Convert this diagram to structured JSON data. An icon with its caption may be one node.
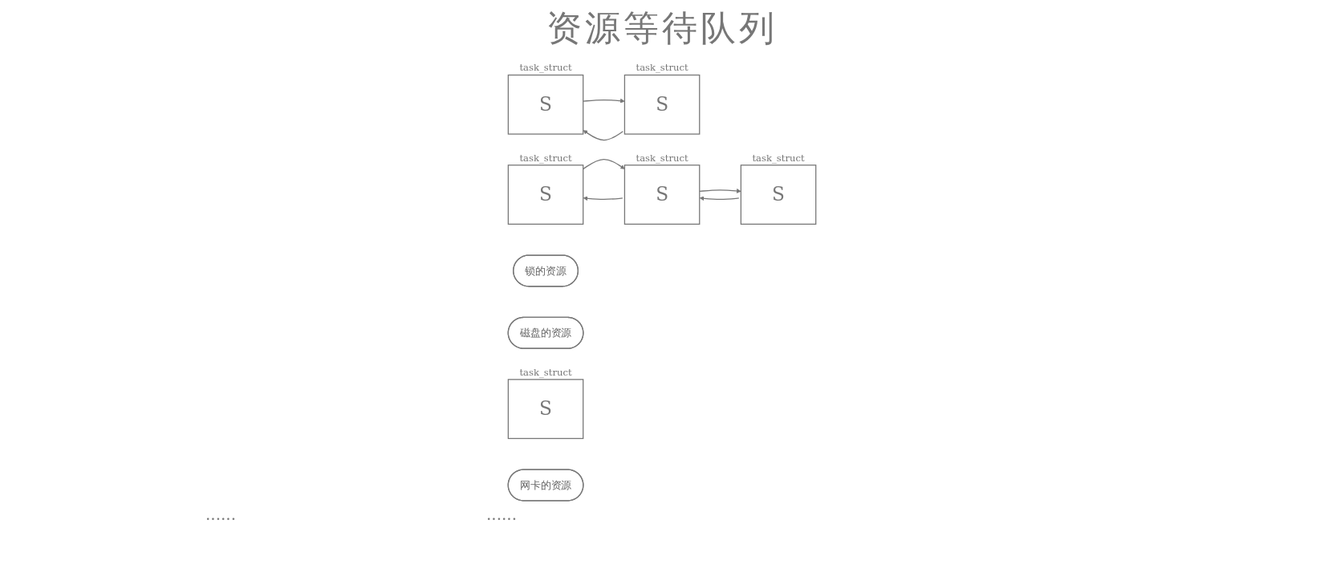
{
  "diagram": {
    "title": "资源等待队列",
    "nodes": [
      {
        "text": [
          "锁的资源"
        ]
      },
      {
        "text": [
          "S"
        ],
        "beside": [
          "task_struct"
        ]
      },
      {
        "text": [
          "S"
        ],
        "beside": [
          "task_struct"
        ]
      },
      {
        "text": [
          "磁盘的资源"
        ]
      },
      {
        "text": [
          "S"
        ],
        "beside": [
          "task_struct"
        ]
      },
      {
        "text": [
          "网卡的资源"
        ]
      },
      {
        "text": [
          "S"
        ],
        "beside": [
          "task_struct"
        ]
      },
      {
        "text": [
          "S"
        ],
        "beside": [
          "task_struct"
        ]
      },
      {
        "text": [
          "S"
        ],
        "beside": [
          "task_struct"
        ]
      }
    ],
    "edges": [
      {
        "from": 1,
        "to": 2,
        "arrow": "to"
      },
      {
        "from": 2,
        "to": 1,
        "arrow": "to"
      },
      {
        "from": 6,
        "to": 7,
        "arrow": "to"
      },
      {
        "from": 7,
        "to": 6,
        "arrow": "to"
      },
      {
        "from": 7,
        "to": 8,
        "arrow": "to"
      },
      {
        "from": 8,
        "to": 7,
        "arrow": "to"
      }
    ],
    "labels": [
      "......",
      "......"
    ]
  }
}
